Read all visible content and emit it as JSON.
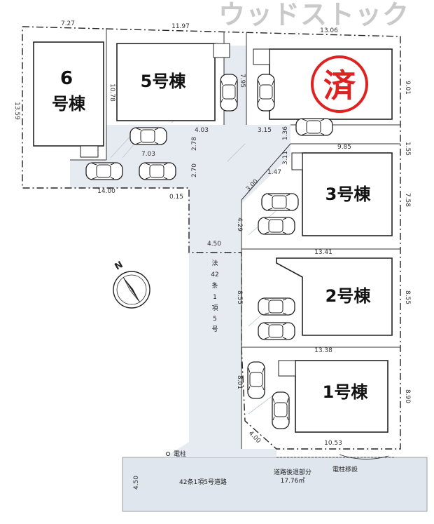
{
  "watermark": "ウッドストック",
  "lots": {
    "lot6": {
      "label_num": "6",
      "label_suffix": "号棟"
    },
    "lot5": {
      "label": "5号棟"
    },
    "lot4": {
      "stamp": "済"
    },
    "lot3": {
      "label": "3号棟"
    },
    "lot2": {
      "label": "2号棟"
    },
    "lot1": {
      "label": "1号棟"
    }
  },
  "road": {
    "main_label": "42条1項5号道路",
    "private_label": [
      "法",
      "42",
      "条",
      "1",
      "項",
      "5",
      "号"
    ],
    "dedication_label": "道路後退部分",
    "dedication_area": "17.76㎡",
    "pole_label": "電柱",
    "pole_move_label": "電柱移設",
    "width": "4.50"
  },
  "compass": {
    "north": "N"
  },
  "dimensions": {
    "top_lot6": "7.27",
    "top_lot5": "11.97",
    "top_lot4": "13.06",
    "left_lot6": "13.59",
    "lot6_5_side": "10.78",
    "lot5_bottom": "4.03",
    "lot5_7_03": "7.03",
    "lot5_2_78": "2.78",
    "lot6_bottom": "14.00",
    "lot6_2_70": "2.70",
    "lot6_0_15": "0.15",
    "lot4_7_95": "7.95",
    "lot4_right": "9.01",
    "lot4_3_15": "3.15",
    "lot4_1_36": "1.36",
    "lot4_9_85": "9.85",
    "lot3_3_11": "3.11",
    "lot3_1_47": "1.47",
    "lot3_1_55": "1.55",
    "lot3_3_00": "3.00",
    "lot3_4_29": "4.29",
    "lot3_right": "7.58",
    "road_4_50": "4.50",
    "lot2_top": "13.41",
    "lot2_left": "8.55",
    "lot2_right": "8.55",
    "lot1_top": "13.38",
    "lot1_left": "8.01",
    "lot1_right": "8.90",
    "lot1_chamfer": "4.00",
    "lot1_bottom": "10.53"
  }
}
